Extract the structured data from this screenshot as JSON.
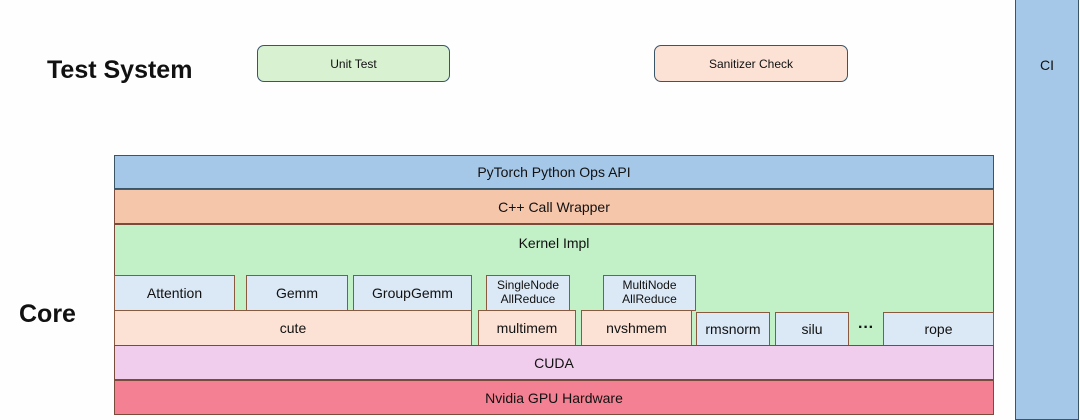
{
  "sections": {
    "test_system": "Test System",
    "core": "Core"
  },
  "test_system": {
    "unit_test": "Unit Test",
    "sanitizer_check": "Sanitizer Check"
  },
  "ci": {
    "label": "CI"
  },
  "layers": {
    "pytorch_api": "PyTorch Python Ops API",
    "cpp_wrapper": "C++ Call Wrapper",
    "kernel_impl": "Kernel Impl",
    "cuda": "CUDA",
    "hardware": "Nvidia GPU Hardware"
  },
  "kernels_top": {
    "attention": "Attention",
    "gemm": "Gemm",
    "group_gemm": "GroupGemm",
    "single_node_line1": "SingleNode",
    "single_node_line2": "AllReduce",
    "multi_node_line1": "MultiNode",
    "multi_node_line2": "AllReduce"
  },
  "kernels_bottom": {
    "cute": "cute",
    "multimem": "multimem",
    "nvshmem": "nvshmem",
    "rmsnorm": "rmsnorm",
    "silu": "silu",
    "ellipsis": "···",
    "rope": "rope"
  },
  "colors": {
    "blue": "#a6c8e8",
    "orange": "#f6c6ab",
    "green": "#c2f0c7",
    "light_orange": "#fce2d5",
    "light_blue": "#dbe8f5",
    "pink": "#f1cded",
    "red": "#f48193",
    "unit_test_green": "#d8f2d1"
  }
}
